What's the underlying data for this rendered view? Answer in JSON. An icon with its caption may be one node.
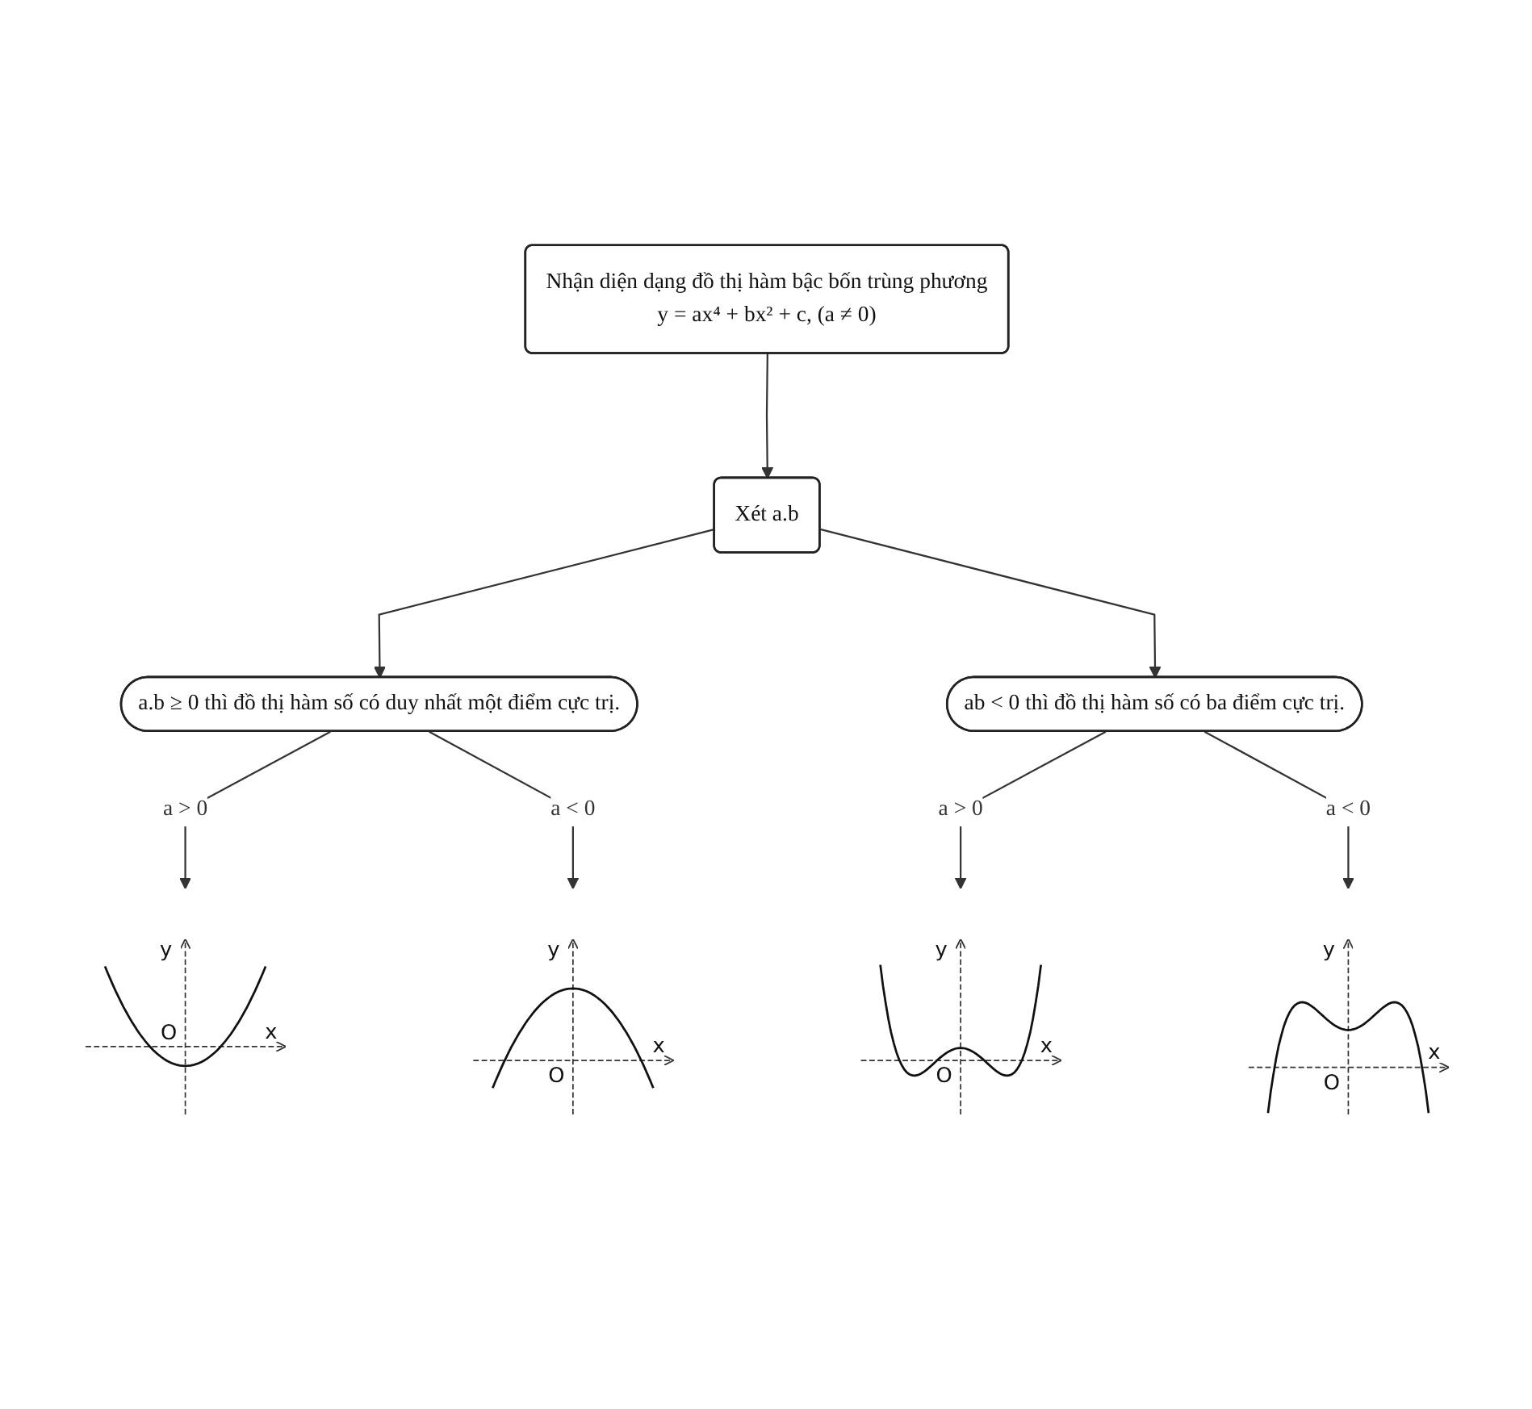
{
  "diagram": {
    "nodes": [
      {
        "text": [
          "Nhận diện dạng đồ thị hàm bậc bốn trùng phương",
          "y = ax⁴ + bx² + c, (a ≠ 0)"
        ]
      },
      {
        "text": [
          "Xét a.b"
        ]
      },
      {
        "text": [
          "a.b ≥ 0 thì đồ thị hàm số có duy nhất một điểm cực trị."
        ]
      },
      {
        "text": [
          "ab < 0 thì đồ thị hàm số có ba điểm cực trị."
        ]
      },
      {
        "text": [],
        "shape": "picture"
      },
      {
        "text": [],
        "shape": "picture"
      },
      {
        "text": [],
        "shape": "picture"
      },
      {
        "text": [],
        "shape": "picture"
      }
    ],
    "edges": [
      {
        "from": 0,
        "to": 1,
        "arrow": "to"
      },
      {
        "from": 1,
        "to": 2,
        "arrow": "to"
      },
      {
        "from": 1,
        "to": 3,
        "arrow": "to"
      },
      {
        "from": 2,
        "to": 4,
        "label": "a > 0",
        "arrow": "to"
      },
      {
        "from": 2,
        "to": 5,
        "label": "a < 0",
        "arrow": "to"
      },
      {
        "from": 3,
        "to": 6,
        "label": "a > 0",
        "arrow": "to"
      },
      {
        "from": 3,
        "to": 7,
        "label": "a < 0",
        "arrow": "to"
      }
    ],
    "labels": [
      "y",
      "O",
      "x",
      "y",
      "O",
      "x",
      "y",
      "O",
      "x",
      "y",
      "O",
      "x"
    ]
  }
}
